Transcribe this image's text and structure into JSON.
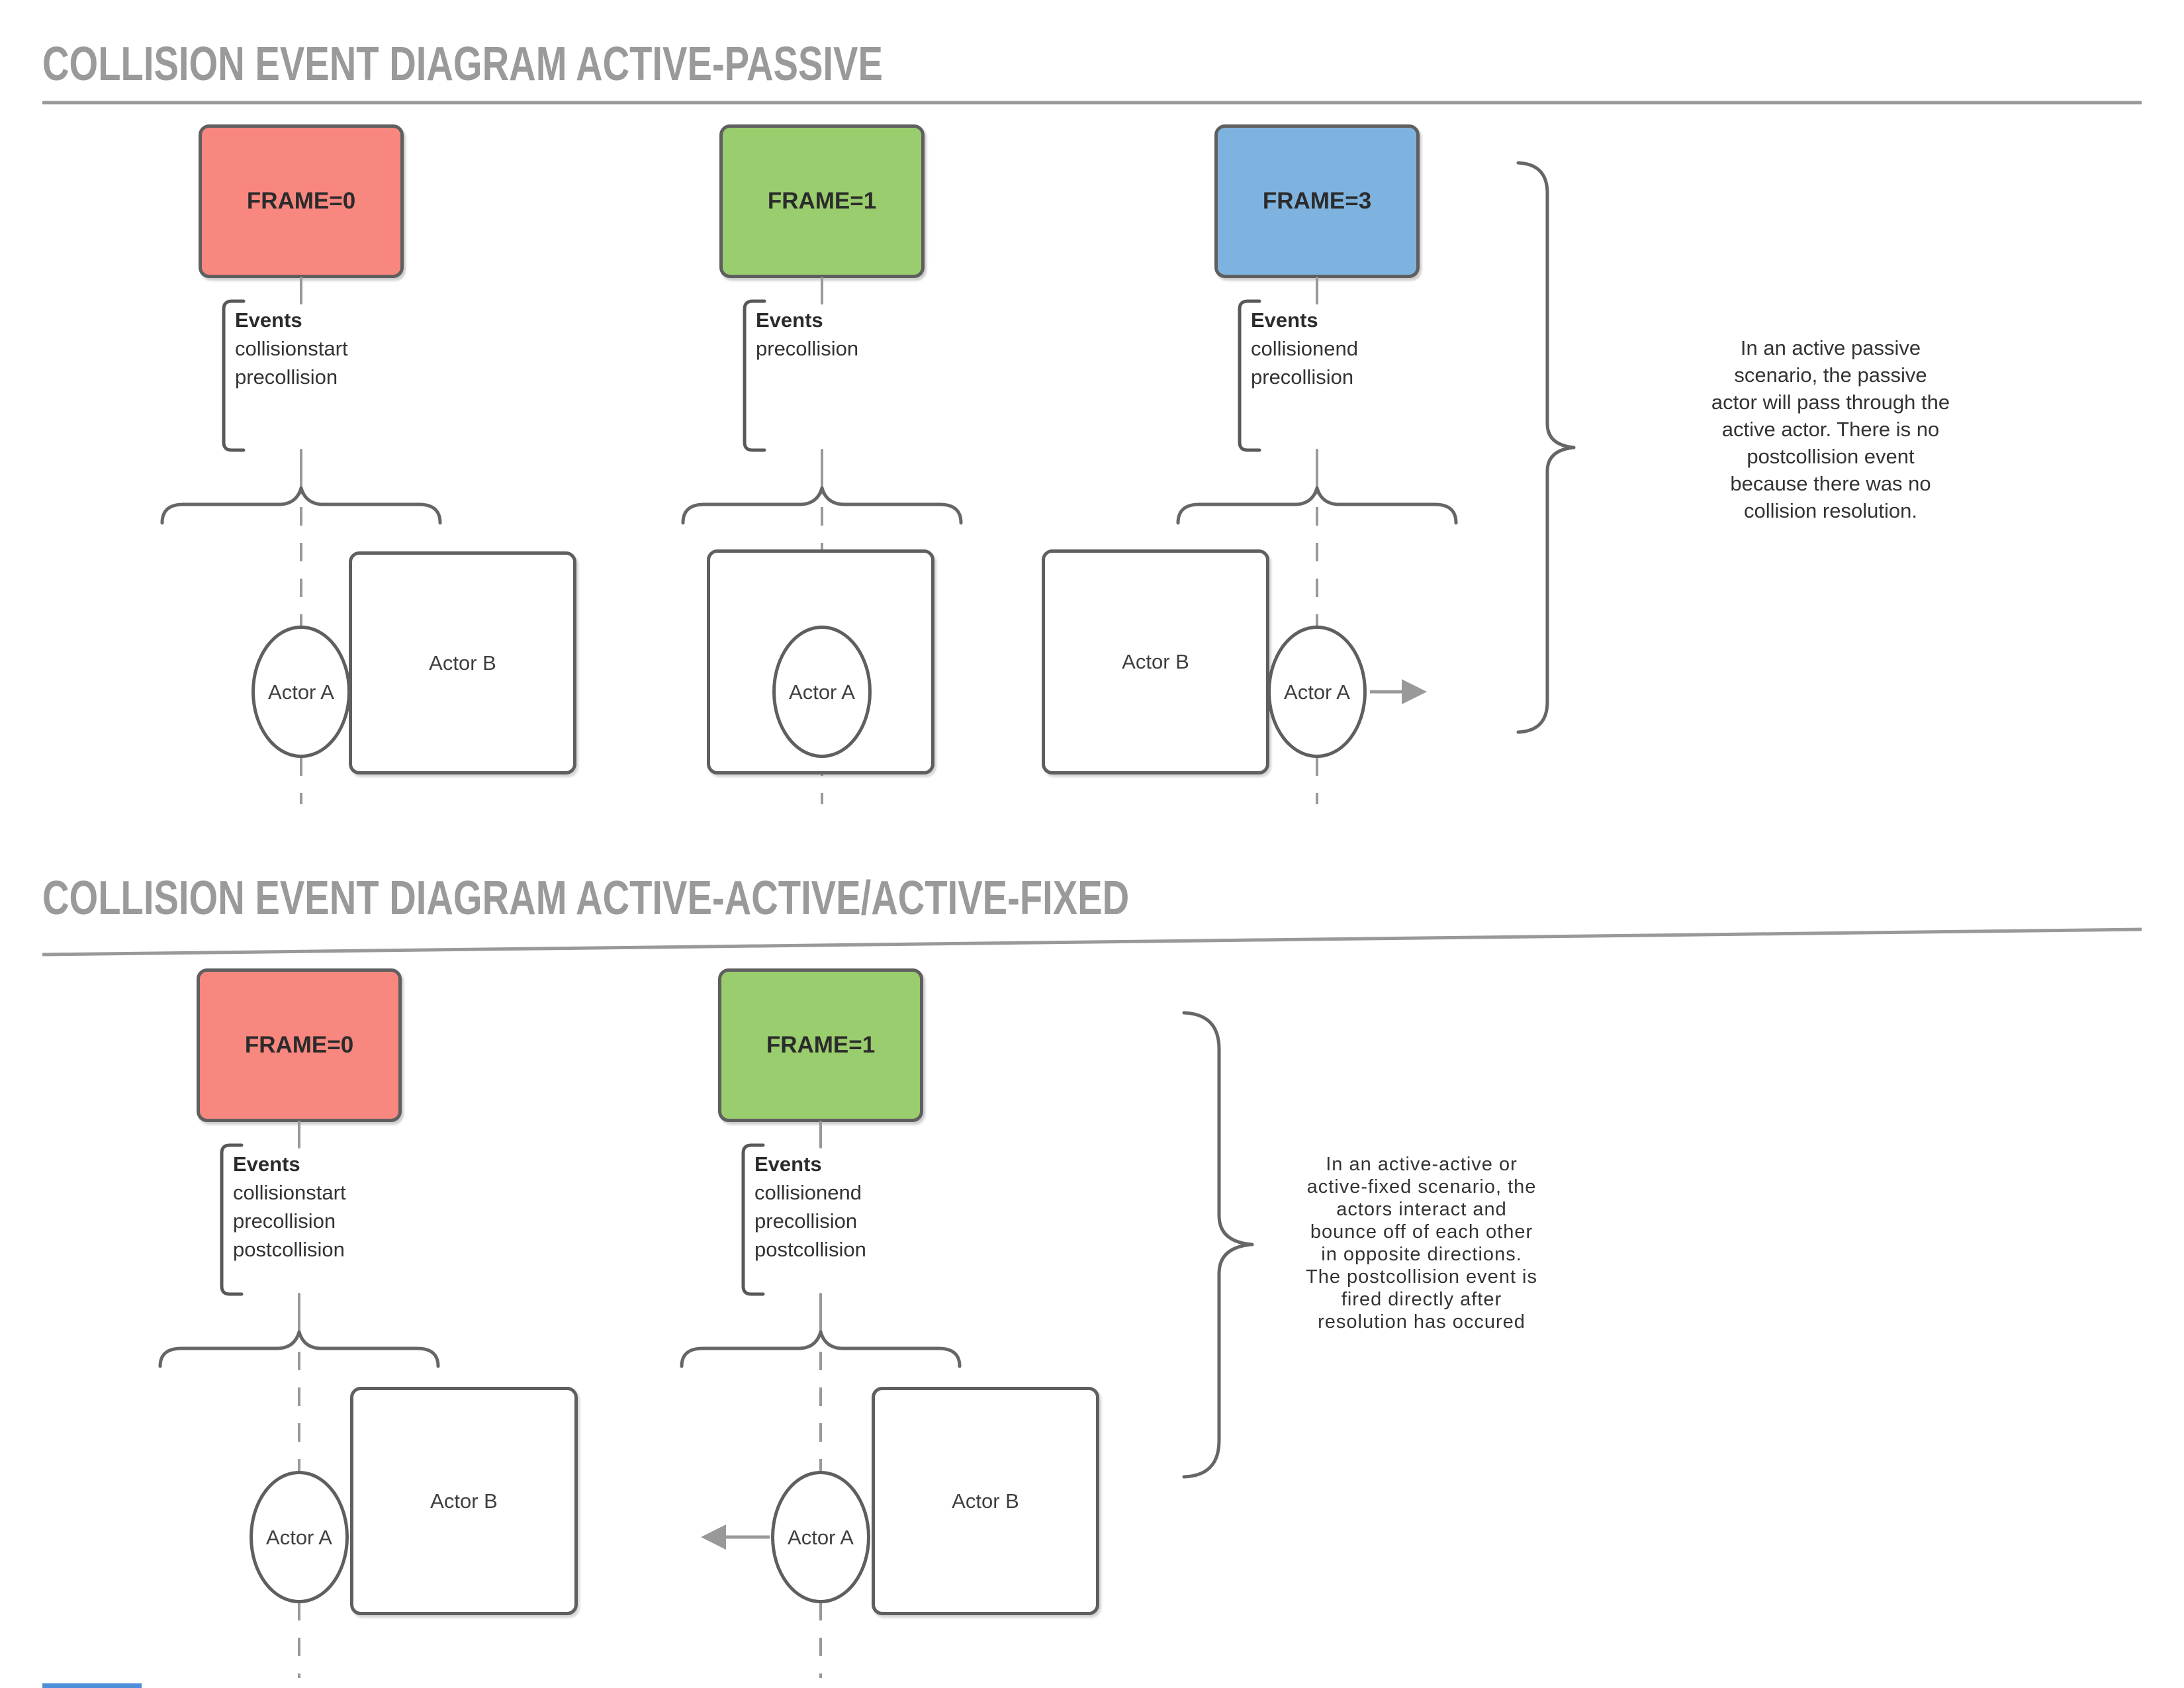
{
  "colors": {
    "frame_red": "#f8877f",
    "frame_green": "#9acd6e",
    "frame_blue": "#7fb3df",
    "shape_stroke": "#5f5f5f",
    "line_gray": "#999999",
    "title_gray": "#9a9a9a",
    "text": "#333333",
    "bottom_bar_blue": "#4d90d9"
  },
  "sections": [
    {
      "title": "COLLISION EVENT DIAGRAM ACTIVE-PASSIVE",
      "frames": [
        {
          "label": "FRAME=0",
          "events_title": "Events",
          "events": [
            "collisionstart",
            "precollision"
          ],
          "actor_a": "Actor A",
          "actor_b": "Actor B"
        },
        {
          "label": "FRAME=1",
          "events_title": "Events",
          "events": [
            "precollision"
          ],
          "actor_a": "Actor A"
        },
        {
          "label": "FRAME=3",
          "events_title": "Events",
          "events": [
            "collisionend",
            "precollision"
          ],
          "actor_a": "Actor A",
          "actor_b": "Actor B"
        }
      ],
      "note_lines": [
        "In an active passive",
        "scenario, the passive",
        "actor will pass through the",
        "active actor. There is no",
        "postcollision event",
        "because there was no",
        "collision resolution."
      ]
    },
    {
      "title": "COLLISION EVENT DIAGRAM ACTIVE-ACTIVE/ACTIVE-FIXED",
      "frames": [
        {
          "label": "FRAME=0",
          "events_title": "Events",
          "events": [
            "collisionstart",
            "precollision",
            "postcollision"
          ],
          "actor_a": "Actor A",
          "actor_b": "Actor B"
        },
        {
          "label": "FRAME=1",
          "events_title": "Events",
          "events": [
            "collisionend",
            "precollision",
            "postcollision"
          ],
          "actor_a": "Actor A",
          "actor_b": "Actor B"
        }
      ],
      "note_lines": [
        "In an active-active or",
        "active-fixed scenario, the",
        "actors interact and",
        "bounce off of each other",
        "in opposite directions.",
        "The postcollision event is",
        "fired directly after",
        "resolution has occured"
      ]
    }
  ]
}
